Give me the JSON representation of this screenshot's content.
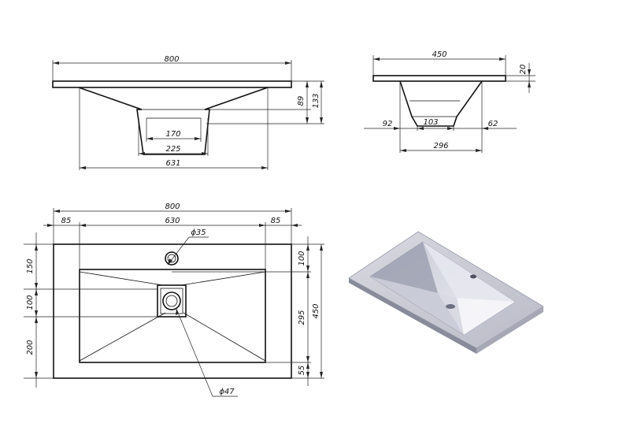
{
  "front_view": {
    "width_800": "800",
    "depth_89": "89",
    "height_133": "133",
    "drain_170": "170",
    "drain_225": "225",
    "bowl_631": "631"
  },
  "side_view": {
    "depth_450": "450",
    "thick_20": "20",
    "left_92": "92",
    "drain_103": "103",
    "right_62": "62",
    "bowl_296": "296"
  },
  "top_view": {
    "width_800": "800",
    "left_85": "85",
    "bowl_630": "630",
    "right_85": "85",
    "tap_dia": "ϕ35",
    "drain_dia": "ϕ47",
    "left_150": "150",
    "left_100": "100",
    "left_200": "200",
    "right_100": "100",
    "right_295": "295",
    "right_55": "55",
    "right_450": "450"
  }
}
